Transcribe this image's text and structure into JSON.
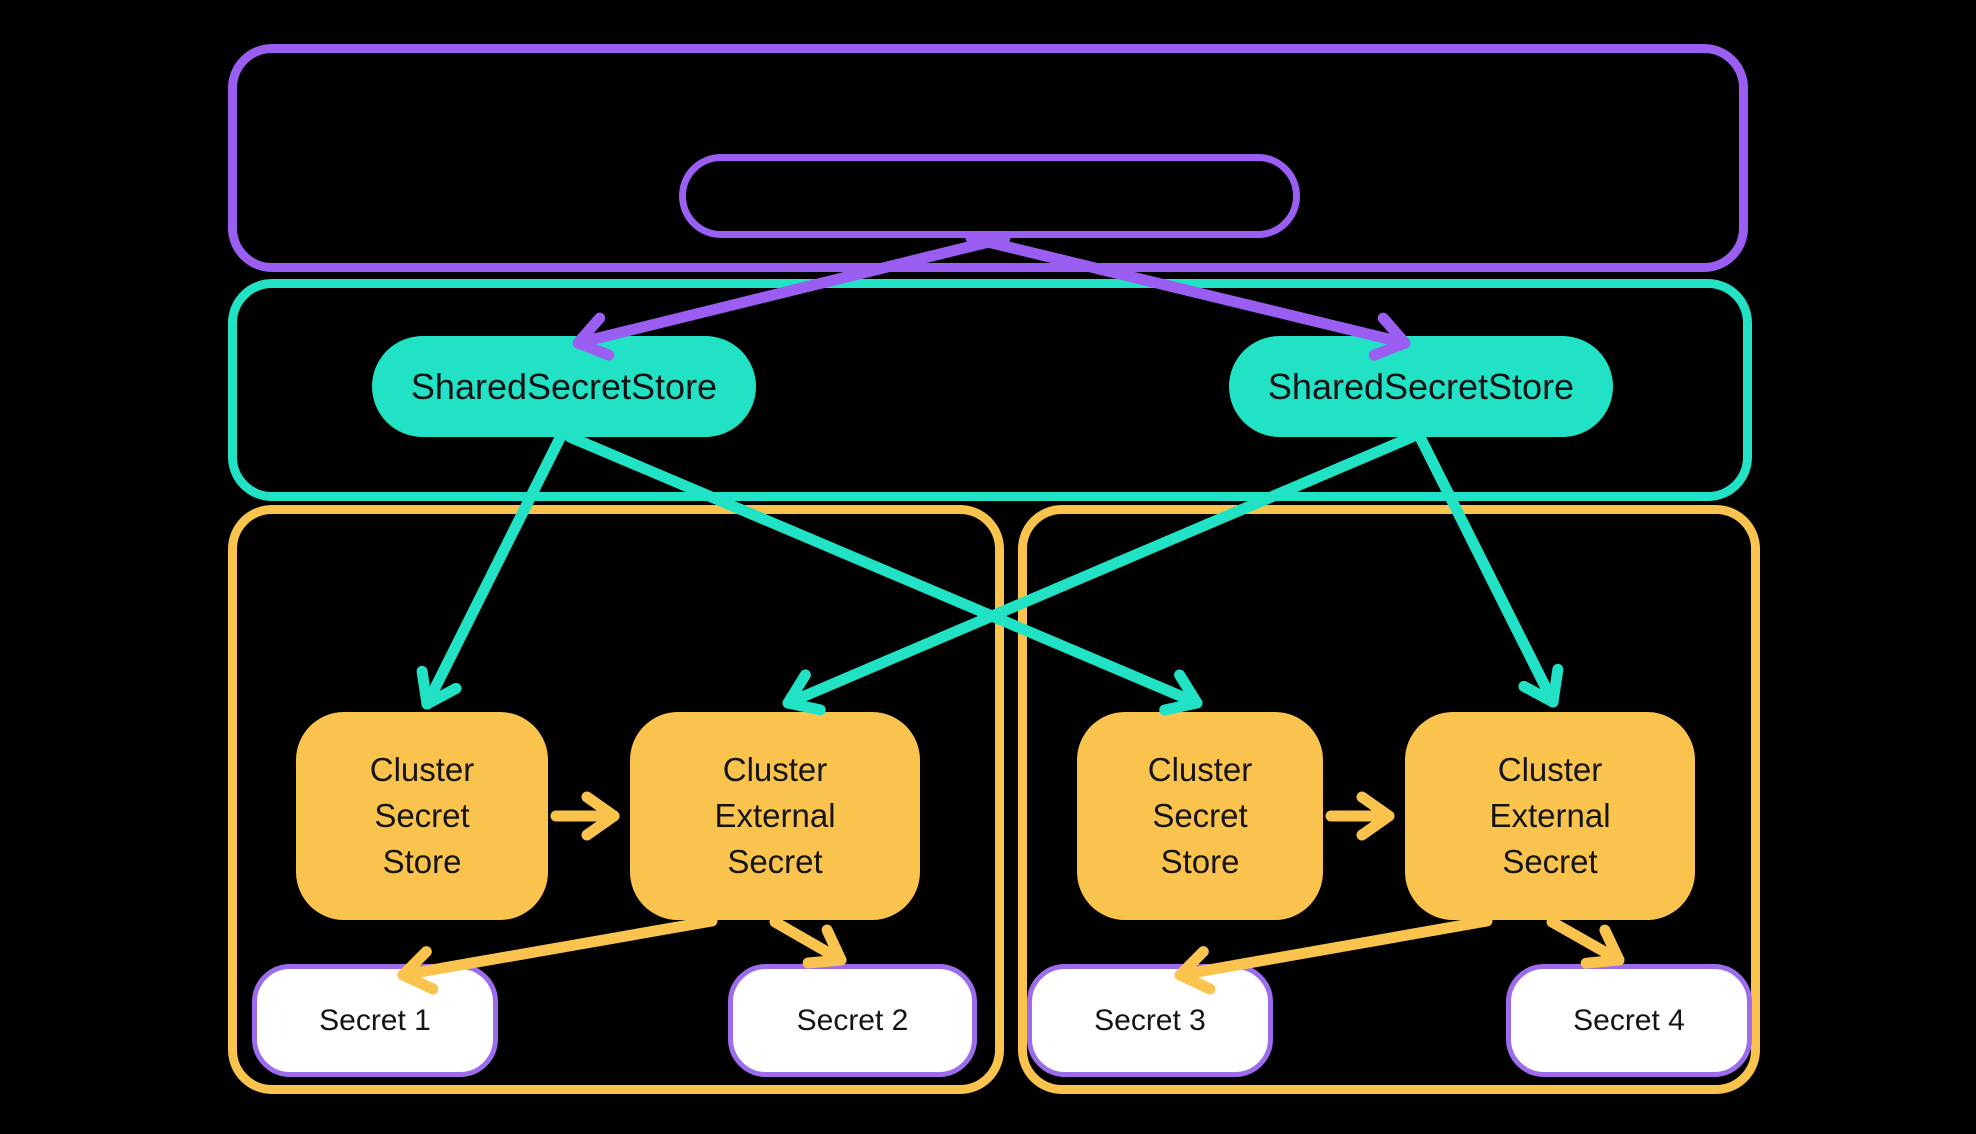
{
  "colors": {
    "background": "#000000",
    "purple": "#9B5EF2",
    "teal": "#21E2C4",
    "yellow": "#FAC34D",
    "secret_border": "#9D6CEC",
    "secret_fill": "#FFFFFF",
    "node_text": "#141414"
  },
  "nodes": {
    "shared_secret_store_left": {
      "label": "SharedSecretStore"
    },
    "shared_secret_store_right": {
      "label": "SharedSecretStore"
    },
    "cluster_secret_store_left": {
      "line1": "Cluster",
      "line2": "Secret",
      "line3": "Store"
    },
    "cluster_external_secret_left": {
      "line1": "Cluster",
      "line2": "External",
      "line3": "Secret"
    },
    "cluster_secret_store_right": {
      "line1": "Cluster",
      "line2": "Secret",
      "line3": "Store"
    },
    "cluster_external_secret_right": {
      "line1": "Cluster",
      "line2": "External",
      "line3": "Secret"
    },
    "secret_1": {
      "label": "Secret 1"
    },
    "secret_2": {
      "label": "Secret 2"
    },
    "secret_3": {
      "label": "Secret 3"
    },
    "secret_4": {
      "label": "Secret 4"
    }
  }
}
